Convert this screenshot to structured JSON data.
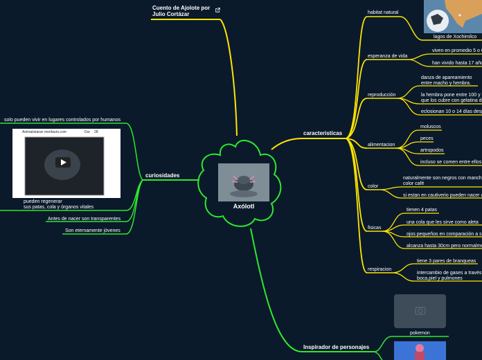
{
  "center": {
    "title": "Axólotl"
  },
  "branches": {
    "link": {
      "title": "Cuento de Ajolote por\nJulio Cortázar"
    },
    "curiosidades": {
      "title": "curiosidades",
      "items": [
        "solo pueden vivir en lugares controlados por humanos",
        "pueden regenerar\nsus patas, cola y órganos vitales",
        "Antes de nacer son transparentes",
        "Son eternamente jóvenes"
      ],
      "video": {
        "site": "Animalsbaran monfauro.com",
        "badge": "Dur",
        "count": "28"
      }
    },
    "caracteristicas": {
      "title": "caracteristicas",
      "groups": [
        {
          "title": "habitat natural",
          "items": [
            "lagos de Xochimilco"
          ]
        },
        {
          "title": "esperanza de vida",
          "items": [
            "viven en promedio 5 o 6",
            "han vivido hasta 17 años"
          ]
        },
        {
          "title": "reproducción",
          "items": [
            "danza de apareamiento\nentre macho y hembra.",
            "la hembra pone entre 100 y 3\nque los cubre con gelatina de",
            "eclosionan 10 o 14 días despu"
          ]
        },
        {
          "title": "alimentacion",
          "items": [
            "moluscos",
            "peces",
            "artropodos",
            "incluso se comen entre ellos"
          ]
        },
        {
          "title": "color",
          "items": [
            "naturalmente son negros con manch\ncolor café",
            "si estan en cautiverio pueden nacer c"
          ]
        },
        {
          "title": "fisicas",
          "items": [
            "tienen 4 patas",
            "una cola que les sirve como aleta",
            "ojos pequeños en comparación a s",
            "alcanza hasta 30cm pero normalme"
          ]
        },
        {
          "title": "respiracion",
          "items": [
            "tiene 3 pares de branqueas",
            "intercambio de gases a través\nboca,piel y pulmones"
          ]
        }
      ]
    },
    "inspirador": {
      "title": "Inspirador de personajes",
      "items": [
        "pokemon"
      ]
    }
  },
  "colors": {
    "background": "#0b1a2b",
    "yellow": "#ffe600",
    "green": "#2ee82e",
    "center_border": "#2ee82e"
  }
}
